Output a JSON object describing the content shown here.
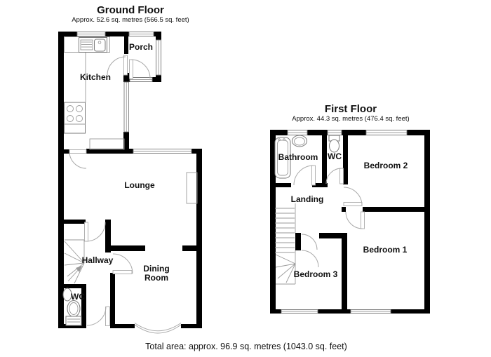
{
  "ground_floor": {
    "title": "Ground Floor",
    "subtitle": "Approx. 52.6 sq. metres (566.5 sq. feet)",
    "rooms": {
      "porch": "Porch",
      "kitchen": "Kitchen",
      "lounge": "Lounge",
      "hallway": "Hallway",
      "dining_line1": "Dining",
      "dining_line2": "Room",
      "wc": "WC"
    }
  },
  "first_floor": {
    "title": "First Floor",
    "subtitle": "Approx. 44.3 sq. metres (476.4 sq. feet)",
    "rooms": {
      "bathroom": "Bathroom",
      "wc": "WC",
      "bedroom1": "Bedroom 1",
      "bedroom2": "Bedroom 2",
      "bedroom3": "Bedroom 3",
      "landing": "Landing"
    }
  },
  "footer": {
    "total_area": "Total area: approx. 96.9 sq. metres (1043.0 sq. feet)"
  },
  "colors": {
    "wall": "#000000",
    "thin_line": "#9a9a9a",
    "background": "#ffffff",
    "text": "#111111"
  }
}
